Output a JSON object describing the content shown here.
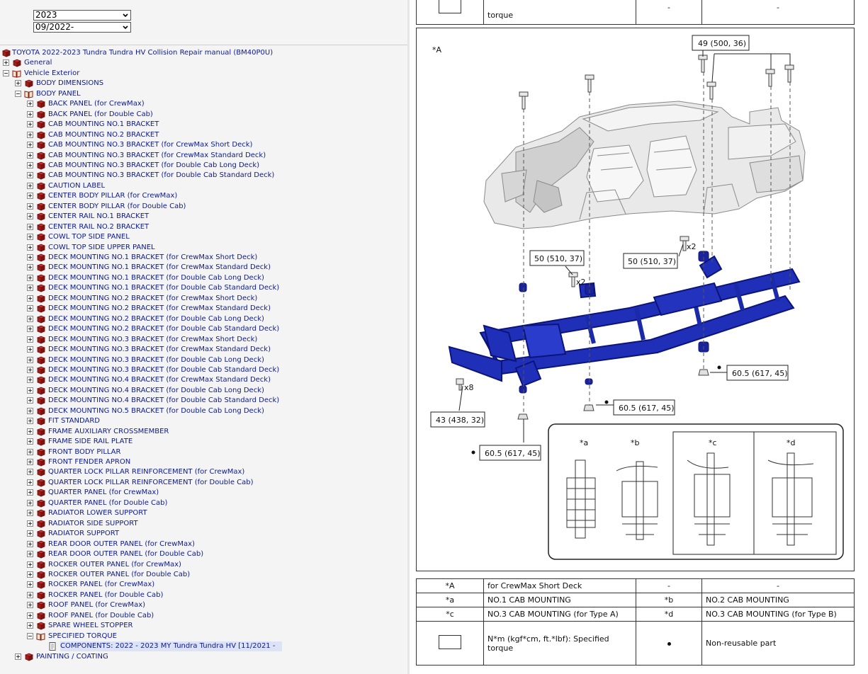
{
  "filters": {
    "year": "2023",
    "date": "09/2022-"
  },
  "tree": [
    {
      "level": 0,
      "type": "book",
      "expander": "none",
      "label": "TOYOTA 2022-2023 Tundra Tundra HV Collision Repair manual (BM40P0U)"
    },
    {
      "level": 0,
      "type": "book",
      "expander": "plus",
      "label": "General"
    },
    {
      "level": 0,
      "type": "open",
      "expander": "minus",
      "label": "Vehicle Exterior"
    },
    {
      "level": 1,
      "type": "book",
      "expander": "plus",
      "label": "BODY DIMENSIONS"
    },
    {
      "level": 1,
      "type": "open",
      "expander": "minus",
      "label": "BODY PANEL"
    },
    {
      "level": 2,
      "type": "book",
      "expander": "plus",
      "label": "BACK PANEL (for CrewMax)"
    },
    {
      "level": 2,
      "type": "book",
      "expander": "plus",
      "label": "BACK PANEL (for Double Cab)"
    },
    {
      "level": 2,
      "type": "book",
      "expander": "plus",
      "label": "CAB MOUNTING NO.1 BRACKET"
    },
    {
      "level": 2,
      "type": "book",
      "expander": "plus",
      "label": "CAB MOUNTING NO.2 BRACKET"
    },
    {
      "level": 2,
      "type": "book",
      "expander": "plus",
      "label": "CAB MOUNTING NO.3 BRACKET (for CrewMax Short Deck)"
    },
    {
      "level": 2,
      "type": "book",
      "expander": "plus",
      "label": "CAB MOUNTING NO.3 BRACKET (for CrewMax Standard Deck)"
    },
    {
      "level": 2,
      "type": "book",
      "expander": "plus",
      "label": "CAB MOUNTING NO.3 BRACKET (for Double Cab Long Deck)"
    },
    {
      "level": 2,
      "type": "book",
      "expander": "plus",
      "label": "CAB MOUNTING NO.3 BRACKET (for Double Cab Standard Deck)"
    },
    {
      "level": 2,
      "type": "book",
      "expander": "plus",
      "label": "CAUTION LABEL"
    },
    {
      "level": 2,
      "type": "book",
      "expander": "plus",
      "label": "CENTER BODY PILLAR (for CrewMax)"
    },
    {
      "level": 2,
      "type": "book",
      "expander": "plus",
      "label": "CENTER BODY PILLAR (for Double Cab)"
    },
    {
      "level": 2,
      "type": "book",
      "expander": "plus",
      "label": "CENTER RAIL NO.1 BRACKET"
    },
    {
      "level": 2,
      "type": "book",
      "expander": "plus",
      "label": "CENTER RAIL NO.2 BRACKET"
    },
    {
      "level": 2,
      "type": "book",
      "expander": "plus",
      "label": "COWL TOP SIDE PANEL"
    },
    {
      "level": 2,
      "type": "book",
      "expander": "plus",
      "label": "COWL TOP SIDE UPPER PANEL"
    },
    {
      "level": 2,
      "type": "book",
      "expander": "plus",
      "label": "DECK MOUNTING NO.1 BRACKET (for CrewMax Short Deck)"
    },
    {
      "level": 2,
      "type": "book",
      "expander": "plus",
      "label": "DECK MOUNTING NO.1 BRACKET (for CrewMax Standard Deck)"
    },
    {
      "level": 2,
      "type": "book",
      "expander": "plus",
      "label": "DECK MOUNTING NO.1 BRACKET (for Double Cab Long Deck)"
    },
    {
      "level": 2,
      "type": "book",
      "expander": "plus",
      "label": "DECK MOUNTING NO.1 BRACKET (for Double Cab Standard Deck)"
    },
    {
      "level": 2,
      "type": "book",
      "expander": "plus",
      "label": "DECK MOUNTING NO.2 BRACKET (for CrewMax Short Deck)"
    },
    {
      "level": 2,
      "type": "book",
      "expander": "plus",
      "label": "DECK MOUNTING NO.2 BRACKET (for CrewMax Standard Deck)"
    },
    {
      "level": 2,
      "type": "book",
      "expander": "plus",
      "label": "DECK MOUNTING NO.2 BRACKET (for Double Cab Long Deck)"
    },
    {
      "level": 2,
      "type": "book",
      "expander": "plus",
      "label": "DECK MOUNTING NO.2 BRACKET (for Double Cab Standard Deck)"
    },
    {
      "level": 2,
      "type": "book",
      "expander": "plus",
      "label": "DECK MOUNTING NO.3 BRACKET (for CrewMax Short Deck)"
    },
    {
      "level": 2,
      "type": "book",
      "expander": "plus",
      "label": "DECK MOUNTING NO.3 BRACKET (for CrewMax Standard Deck)"
    },
    {
      "level": 2,
      "type": "book",
      "expander": "plus",
      "label": "DECK MOUNTING NO.3 BRACKET (for Double Cab Long Deck)"
    },
    {
      "level": 2,
      "type": "book",
      "expander": "plus",
      "label": "DECK MOUNTING NO.3 BRACKET (for Double Cab Standard Deck)"
    },
    {
      "level": 2,
      "type": "book",
      "expander": "plus",
      "label": "DECK MOUNTING NO.4 BRACKET (for CrewMax Standard Deck)"
    },
    {
      "level": 2,
      "type": "book",
      "expander": "plus",
      "label": "DECK MOUNTING NO.4 BRACKET (for Double Cab Long Deck)"
    },
    {
      "level": 2,
      "type": "book",
      "expander": "plus",
      "label": "DECK MOUNTING NO.4 BRACKET (for Double Cab Standard Deck)"
    },
    {
      "level": 2,
      "type": "book",
      "expander": "plus",
      "label": "DECK MOUNTING NO.5 BRACKET (for Double Cab Long Deck)"
    },
    {
      "level": 2,
      "type": "book",
      "expander": "plus",
      "label": "FIT STANDARD"
    },
    {
      "level": 2,
      "type": "book",
      "expander": "plus",
      "label": "FRAME AUXILIARY CROSSMEMBER"
    },
    {
      "level": 2,
      "type": "book",
      "expander": "plus",
      "label": "FRAME SIDE RAIL PLATE"
    },
    {
      "level": 2,
      "type": "book",
      "expander": "plus",
      "label": "FRONT BODY PILLAR"
    },
    {
      "level": 2,
      "type": "book",
      "expander": "plus",
      "label": "FRONT FENDER APRON"
    },
    {
      "level": 2,
      "type": "book",
      "expander": "plus",
      "label": "QUARTER LOCK PILLAR REINFORCEMENT (for CrewMax)"
    },
    {
      "level": 2,
      "type": "book",
      "expander": "plus",
      "label": "QUARTER LOCK PILLAR REINFORCEMENT (for Double Cab)"
    },
    {
      "level": 2,
      "type": "book",
      "expander": "plus",
      "label": "QUARTER PANEL (for CrewMax)"
    },
    {
      "level": 2,
      "type": "book",
      "expander": "plus",
      "label": "QUARTER PANEL (for Double Cab)"
    },
    {
      "level": 2,
      "type": "book",
      "expander": "plus",
      "label": "RADIATOR LOWER SUPPORT"
    },
    {
      "level": 2,
      "type": "book",
      "expander": "plus",
      "label": "RADIATOR SIDE SUPPORT"
    },
    {
      "level": 2,
      "type": "book",
      "expander": "plus",
      "label": "RADIATOR SUPPORT"
    },
    {
      "level": 2,
      "type": "book",
      "expander": "plus",
      "label": "REAR DOOR OUTER PANEL (for CrewMax)"
    },
    {
      "level": 2,
      "type": "book",
      "expander": "plus",
      "label": "REAR DOOR OUTER PANEL (for Double Cab)"
    },
    {
      "level": 2,
      "type": "book",
      "expander": "plus",
      "label": "ROCKER OUTER PANEL (for CrewMax)"
    },
    {
      "level": 2,
      "type": "book",
      "expander": "plus",
      "label": "ROCKER OUTER PANEL (for Double Cab)"
    },
    {
      "level": 2,
      "type": "book",
      "expander": "plus",
      "label": "ROCKER PANEL (for CrewMax)"
    },
    {
      "level": 2,
      "type": "book",
      "expander": "plus",
      "label": "ROCKER PANEL (for Double Cab)"
    },
    {
      "level": 2,
      "type": "book",
      "expander": "plus",
      "label": "ROOF PANEL (for CrewMax)"
    },
    {
      "level": 2,
      "type": "book",
      "expander": "plus",
      "label": "ROOF PANEL (for Double Cab)"
    },
    {
      "level": 2,
      "type": "book",
      "expander": "plus",
      "label": "SPARE WHEEL STOPPER"
    },
    {
      "level": 2,
      "type": "open",
      "expander": "minus",
      "label": "SPECIFIED TORQUE"
    },
    {
      "level": 3,
      "type": "doc",
      "expander": "none",
      "selected": true,
      "label": "COMPONENTS: 2022 - 2023 MY Tundra Tundra HV [11/2021 -"
    },
    {
      "level": 1,
      "type": "book",
      "expander": "plus",
      "label": "PAINTING / COATING"
    }
  ],
  "top_table": {
    "row": [
      "",
      "torque",
      "-",
      "-"
    ]
  },
  "diagram": {
    "view_label": "*A",
    "torques": {
      "t49": "49 (500, 36)",
      "t50a": "50 (510, 37)",
      "t50b": "50 (510, 37)",
      "t605a": "60.5 (617, 45)",
      "t605b": "60.5 (617, 45)",
      "t605c": "60.5 (617, 45)",
      "t43": "43 (438, 32)"
    },
    "qty": {
      "x2a": "x2",
      "x2b": "x2",
      "x8": "x8"
    },
    "insets": {
      "a": "*a",
      "b": "*b",
      "c": "*c",
      "d": "*d"
    },
    "colors": {
      "frame": "#1f2fb8",
      "frame_dark": "#0b147a"
    }
  },
  "legend": {
    "rows": [
      [
        "*A",
        "for CrewMax Short Deck",
        "-",
        "-"
      ],
      [
        "*a",
        "NO.1 CAB MOUNTING",
        "*b",
        "NO.2 CAB MOUNTING"
      ],
      [
        "*c",
        "NO.3 CAB MOUNTING (for Type A)",
        "*d",
        "NO.3 CAB MOUNTING (for Type B)"
      ]
    ],
    "symbols": {
      "torque_text": "N*m (kgf*cm, ft.*lbf): Specified torque",
      "nonreusable_text": "Non-reusable part"
    }
  }
}
